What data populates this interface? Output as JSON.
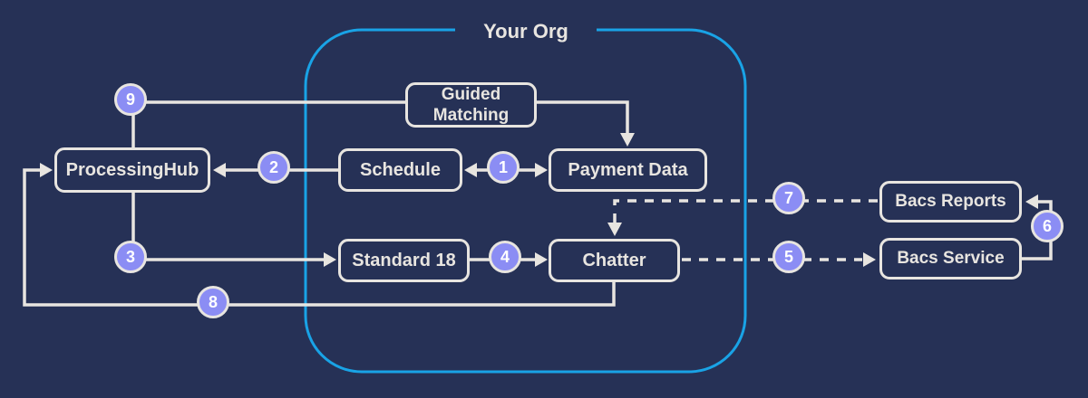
{
  "colors": {
    "bg": "#263156",
    "line": "#e8e5e0",
    "accent": "#19a3e6",
    "badge": "#8b8df4",
    "badge_text": "#ffffff"
  },
  "diagram": {
    "org_label": "Your Org",
    "nodes": {
      "processing_hub": {
        "label": "ProcessingHub"
      },
      "guided_matching": {
        "label": "Guided Matching"
      },
      "schedule": {
        "label": "Schedule"
      },
      "payment_data": {
        "label": "Payment Data"
      },
      "standard_18": {
        "label": "Standard 18"
      },
      "chatter": {
        "label": "Chatter"
      },
      "bacs_reports": {
        "label": "Bacs Reports"
      },
      "bacs_service": {
        "label": "Bacs Service"
      }
    },
    "edges": [
      {
        "badge": "1",
        "from": "Payment Data",
        "to": "Schedule",
        "style": "solid",
        "direction": "both"
      },
      {
        "badge": "2",
        "from": "Schedule",
        "to": "ProcessingHub",
        "style": "solid",
        "direction": "one-way"
      },
      {
        "badge": "3",
        "from": "ProcessingHub",
        "to": "Standard 18",
        "style": "solid",
        "direction": "one-way"
      },
      {
        "badge": "4",
        "from": "Standard 18",
        "to": "Chatter",
        "style": "solid",
        "direction": "one-way"
      },
      {
        "badge": "5",
        "from": "Chatter",
        "to": "Bacs Service",
        "style": "dashed",
        "direction": "one-way"
      },
      {
        "badge": "6",
        "from": "Bacs Service",
        "to": "Bacs Reports",
        "style": "solid",
        "direction": "one-way"
      },
      {
        "badge": "7",
        "from": "Bacs Reports",
        "to": "Chatter",
        "style": "dashed",
        "direction": "one-way"
      },
      {
        "badge": "8",
        "from": "Chatter",
        "to": "ProcessingHub",
        "style": "solid",
        "direction": "one-way"
      },
      {
        "badge": "9",
        "from": "ProcessingHub",
        "to": "Guided Matching",
        "style": "solid",
        "direction": "none"
      },
      {
        "badge": "",
        "from": "Guided Matching",
        "to": "Payment Data",
        "style": "solid",
        "direction": "one-way"
      }
    ]
  }
}
